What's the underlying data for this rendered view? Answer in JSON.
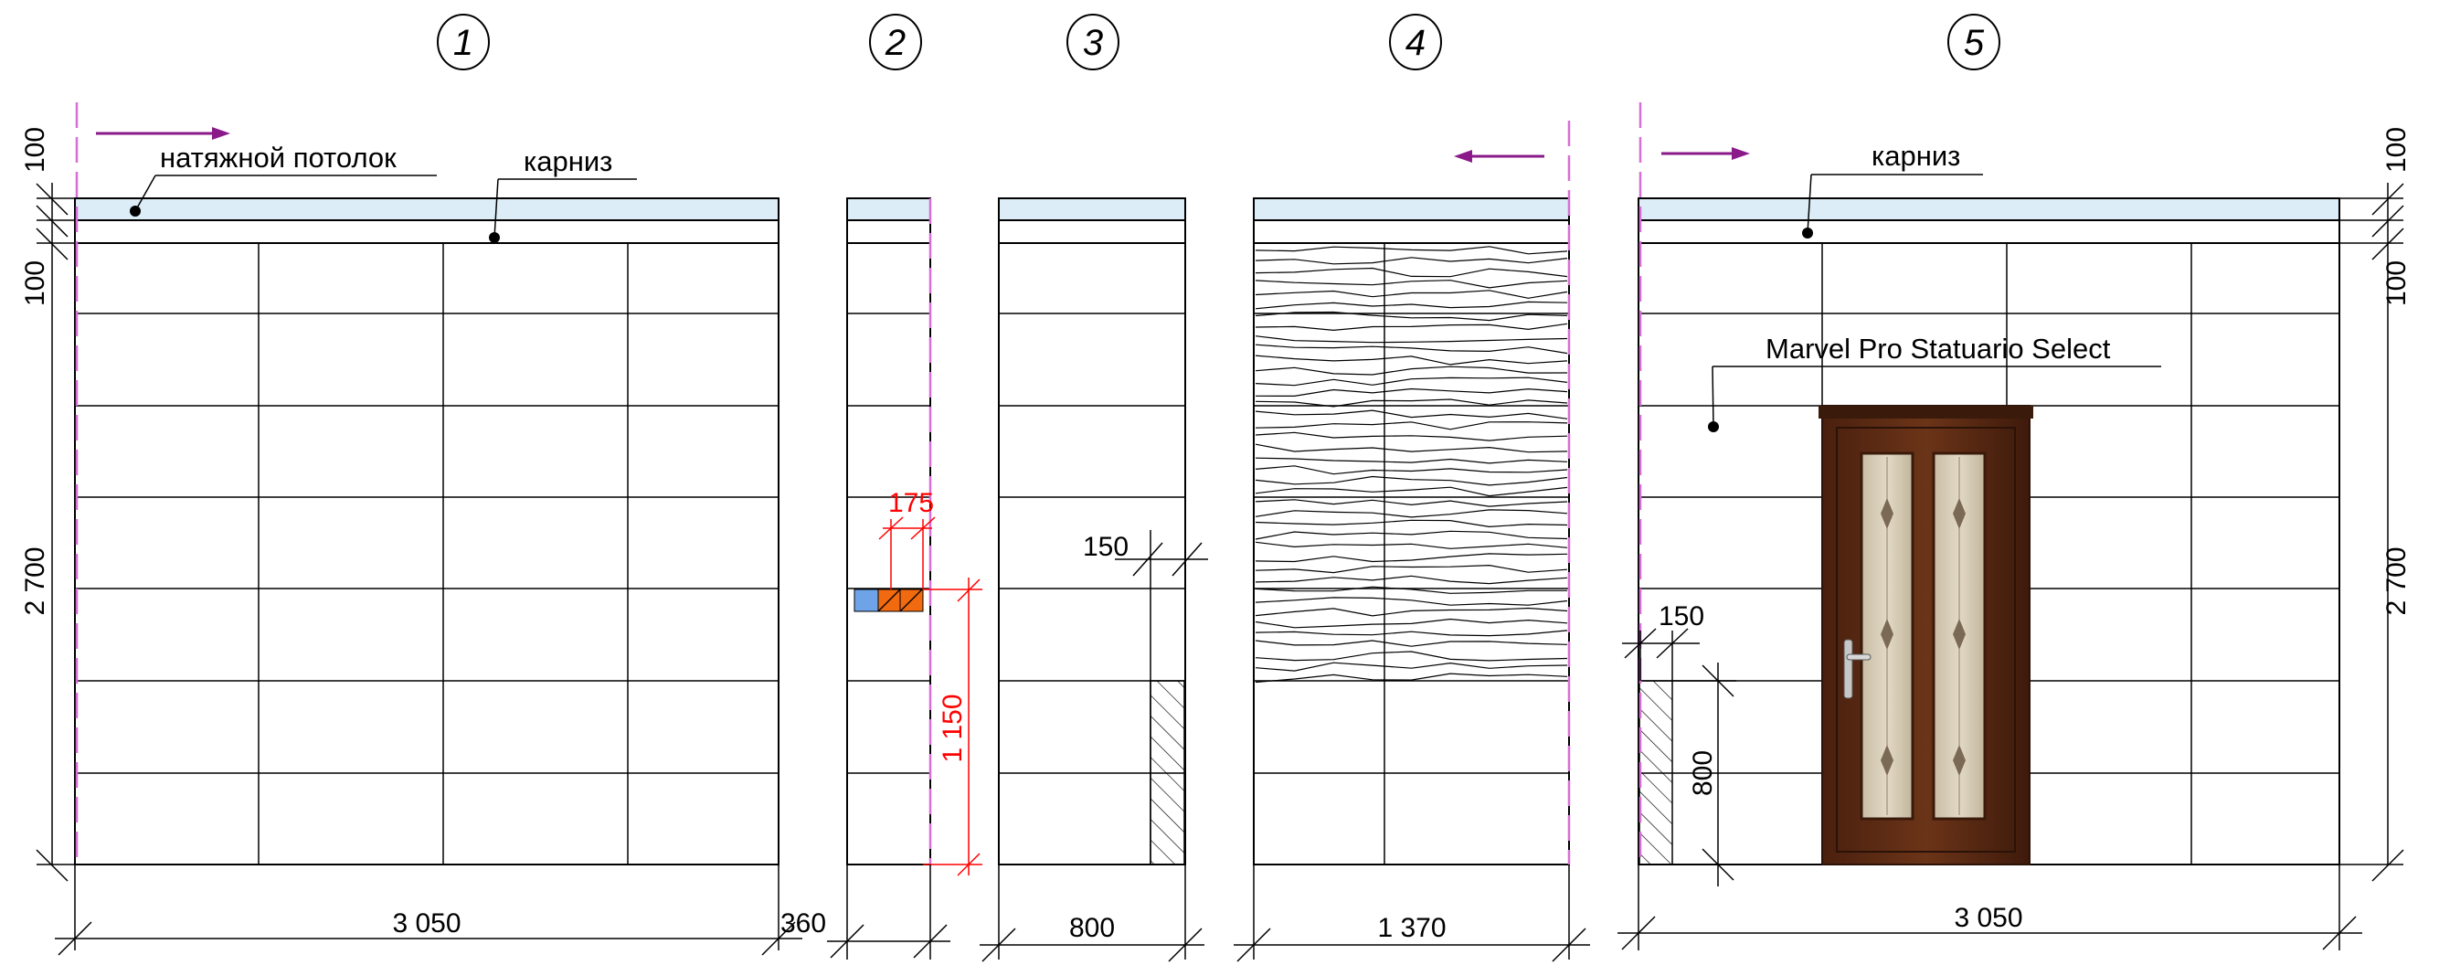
{
  "views": [
    {
      "number": "1",
      "width_label": "3 050"
    },
    {
      "number": "2",
      "width_label": "360",
      "marker_width_label": "175",
      "marker_height_label": "1 150"
    },
    {
      "number": "3",
      "width_label": "800",
      "hatch_label": "150"
    },
    {
      "number": "4",
      "width_label": "1 370"
    },
    {
      "number": "5",
      "width_label": "3 050",
      "hatch_width_label": "150",
      "hatch_height_label": "800"
    }
  ],
  "height_dims": {
    "left": {
      "top": "100",
      "mid": "100",
      "total": "2 700"
    },
    "right": {
      "top": "100",
      "mid": "100",
      "total": "2 700"
    }
  },
  "annotations": {
    "ceiling": "натяжной потолок",
    "cornice_1": "карниз",
    "cornice_5": "карниз",
    "tile": "Marvel Pro Statuario Select"
  },
  "colors": {
    "ceiling_fill": "#dcedf7",
    "arrow": "#8a1a8a",
    "guide": "#d66fd6",
    "marker_dim": "#ff0000",
    "marker_blue": "#6fa3e8",
    "marker_orange": "#f26a10",
    "door_wood": "#5a2a14",
    "door_glass": "#d2c7b2"
  }
}
